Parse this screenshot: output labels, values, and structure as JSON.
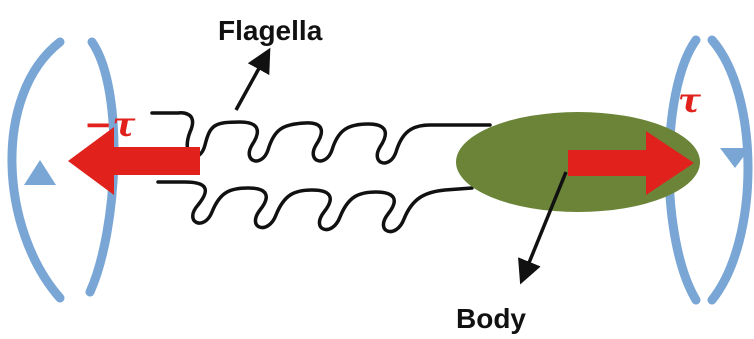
{
  "labels": {
    "flagella": "Flagella",
    "body": "Body",
    "torque_left": "−τ",
    "torque_right": "τ"
  },
  "colors": {
    "rotation_arrow": "#7aa6d6",
    "torque_arrow": "#e0211c",
    "body_fill": "#6b8437",
    "line": "#111111"
  },
  "icons": {
    "left_rotation": "curved-rotation-arrow-up",
    "right_rotation": "curved-rotation-arrow-down"
  }
}
